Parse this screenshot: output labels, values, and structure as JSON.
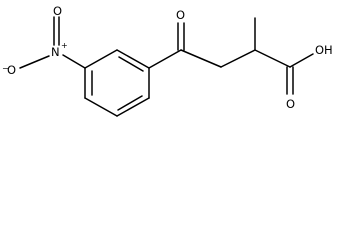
{
  "molecule": {
    "atoms": {
      "ketone_oxygen": "O",
      "carboxylic_acid_group": "OH",
      "carbonyl_oxygen": "O",
      "nitro_nitrogen": "N",
      "nitro_oxygen_top": "O",
      "nitro_oxygen_left": "O",
      "positive_charge": "+",
      "negative_charge": "−"
    }
  }
}
